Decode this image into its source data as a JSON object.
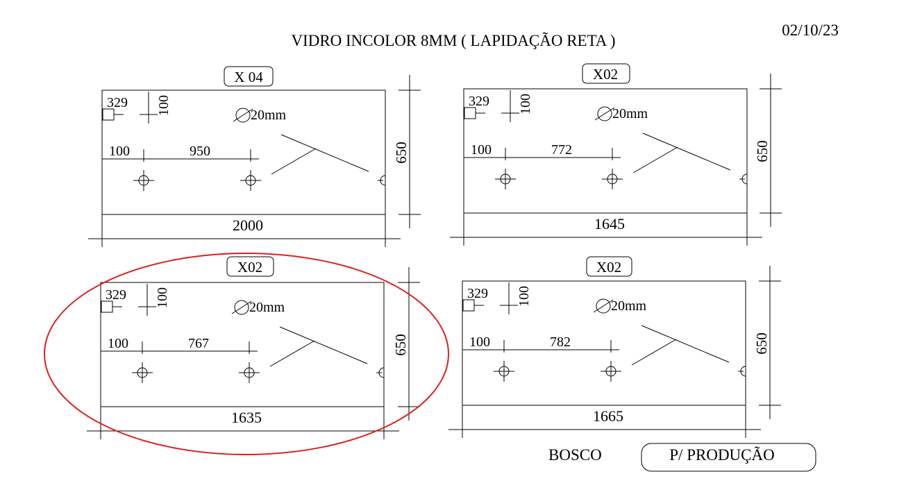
{
  "header": {
    "title": "VIDRO INCOLOR 8MM ( LAPIDAÇÃO RETA )",
    "date": "02/10/23"
  },
  "footer": {
    "client": "BOSCO",
    "status_label": "P/ PRODUÇÃO"
  },
  "colors": {
    "ink": "#000000",
    "highlight": "#d9211c"
  },
  "pieces": [
    {
      "qty_label": "X 04",
      "width": "2000",
      "height": "650",
      "corner_x": "329",
      "corner_y": "100",
      "hole_label": "20mm",
      "offset_left": "100",
      "hole_spacing": "950",
      "highlighted": false
    },
    {
      "qty_label": "X02",
      "width": "1645",
      "height": "650",
      "corner_x": "329",
      "corner_y": "100",
      "hole_label": "20mm",
      "offset_left": "100",
      "hole_spacing": "772",
      "highlighted": false
    },
    {
      "qty_label": "X02",
      "width": "1635",
      "height": "650",
      "corner_x": "329",
      "corner_y": "100",
      "hole_label": "20mm",
      "offset_left": "100",
      "hole_spacing": "767",
      "highlighted": true
    },
    {
      "qty_label": "X02",
      "width": "1665",
      "height": "650",
      "corner_x": "329",
      "corner_y": "100",
      "hole_label": "20mm",
      "offset_left": "100",
      "hole_spacing": "782",
      "highlighted": false
    }
  ]
}
